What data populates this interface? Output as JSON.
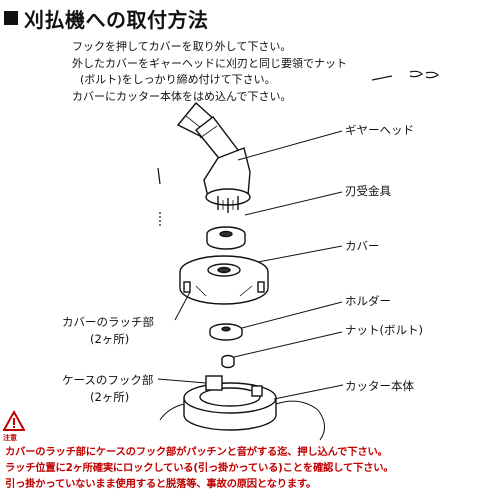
{
  "title": "刈払機への取付方法",
  "instructions": [
    "フックを押してカバーを取り外して下さい。",
    "外したカバーをギャーヘッドに刈刃と同じ要領でナット",
    "(ボルト)をしっかり締め付けて下さい。",
    "カバーにカッター本体をはめ込んで下さい。"
  ],
  "labels": {
    "gear_head": "ギヤーヘッド",
    "blade_receiver": "刃受金具",
    "cover": "カバー",
    "cover_latch": "カバーのラッチ部",
    "cover_latch_count": "(2ヶ所)",
    "holder": "ホルダー",
    "nut_bolt": "ナット(ボルト)",
    "case_hook": "ケースのフック部",
    "case_hook_count": "(2ヶ所)",
    "cutter_body": "カッター本体"
  },
  "warning": {
    "icon_label": "注意",
    "lines": [
      "カバーのラッチ部にケースのフック部がパッチンと音がする迄、押し込んで下さい。",
      "ラッチ位置に2ヶ所確実にロックしている(引っ掛かっている)ことを確認して下さい。",
      "引っ掛かっていないまま使用すると脱落等、事故の原因となります。"
    ]
  },
  "colors": {
    "warning": "#c00000",
    "text": "#111111"
  }
}
